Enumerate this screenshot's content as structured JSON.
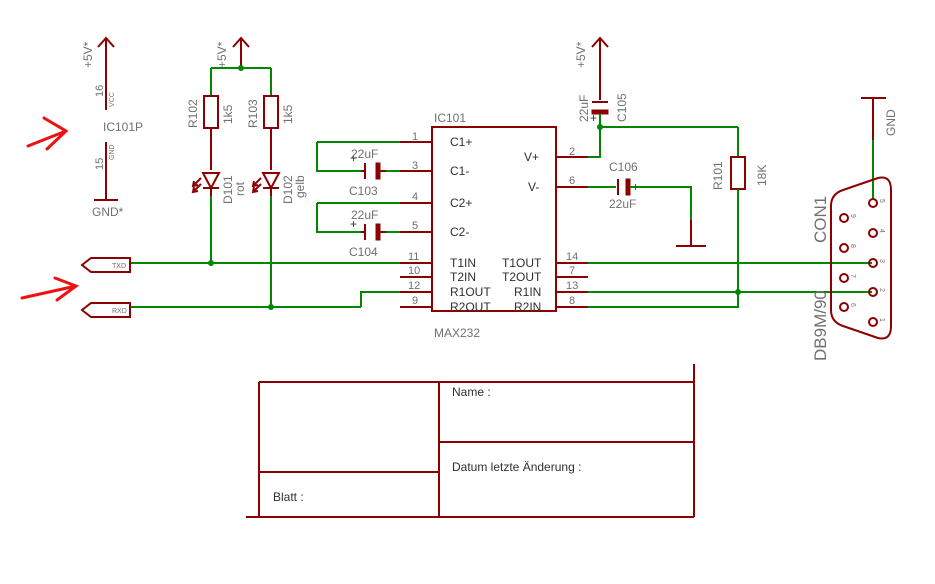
{
  "supply": {
    "vcc": "+5V*",
    "gnd_star": "GND*",
    "gnd": "GND"
  },
  "ic101p": {
    "name": "IC101P",
    "pin16": "16",
    "vcc": "VCC",
    "pin15": "15",
    "gnd": "GND"
  },
  "resistors": {
    "r102": {
      "name": "R102",
      "value": "1k5"
    },
    "r103": {
      "name": "R103",
      "value": "1k5"
    },
    "r101": {
      "name": "R101",
      "value": "18K"
    }
  },
  "leds": {
    "d101": {
      "name": "D101",
      "color": "rot"
    },
    "d102": {
      "name": "D102",
      "color": "gelb"
    }
  },
  "capacitors": {
    "c103": {
      "name": "C103",
      "value": "22uF",
      "plus": "+"
    },
    "c104": {
      "name": "C104",
      "value": "22uF",
      "plus": "+"
    },
    "c105": {
      "name": "C105",
      "value": "22uF",
      "plus": "+"
    },
    "c106": {
      "name": "C106",
      "value": "22uF",
      "plus": "+"
    }
  },
  "ic101": {
    "name": "IC101",
    "part": "MAX232",
    "left_pins": [
      {
        "num": "1",
        "label": "C1+"
      },
      {
        "num": "3",
        "label": "C1-"
      },
      {
        "num": "4",
        "label": "C2+"
      },
      {
        "num": "5",
        "label": "C2-"
      },
      {
        "num": "11",
        "label": "T1IN"
      },
      {
        "num": "10",
        "label": "T2IN"
      },
      {
        "num": "12",
        "label": "R1OUT"
      },
      {
        "num": "9",
        "label": "R2OUT"
      }
    ],
    "right_pins": [
      {
        "num": "2",
        "label": "V+"
      },
      {
        "num": "6",
        "label": "V-"
      },
      {
        "num": "14",
        "label": "T1OUT"
      },
      {
        "num": "7",
        "label": "T2OUT"
      },
      {
        "num": "13",
        "label": "R1IN"
      },
      {
        "num": "8",
        "label": "R2IN"
      }
    ]
  },
  "ports": {
    "txd": "TXD",
    "rxd": "RXD"
  },
  "connector": {
    "name": "CON1",
    "part": "DB9M/90",
    "pins": [
      "5",
      "9",
      "4",
      "8",
      "3",
      "7",
      "2",
      "6",
      "1"
    ]
  },
  "title_block": {
    "name_label": "Name :",
    "date_label": "Datum letzte Änderung :",
    "sheet_label": "Blatt :"
  },
  "colors": {
    "wire": "#008800",
    "part": "#8b0000",
    "annotation_arrow": "#ee1111"
  }
}
